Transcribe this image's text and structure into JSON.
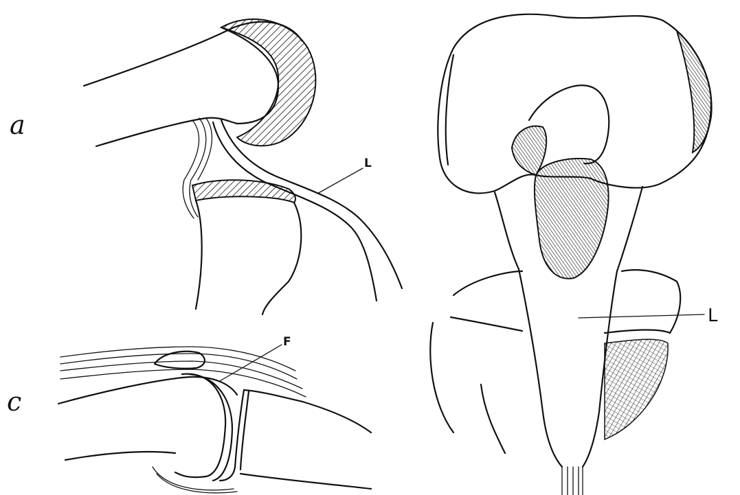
{
  "figure": {
    "panel_a": {
      "letter": "a",
      "ligament_label": "L"
    },
    "panel_c": {
      "letter": "c",
      "fibrocartilage_label": "F"
    },
    "panel_right": {
      "ligament_label": "L"
    }
  },
  "style": {
    "ink": "#111111",
    "paper": "#ffffff"
  }
}
